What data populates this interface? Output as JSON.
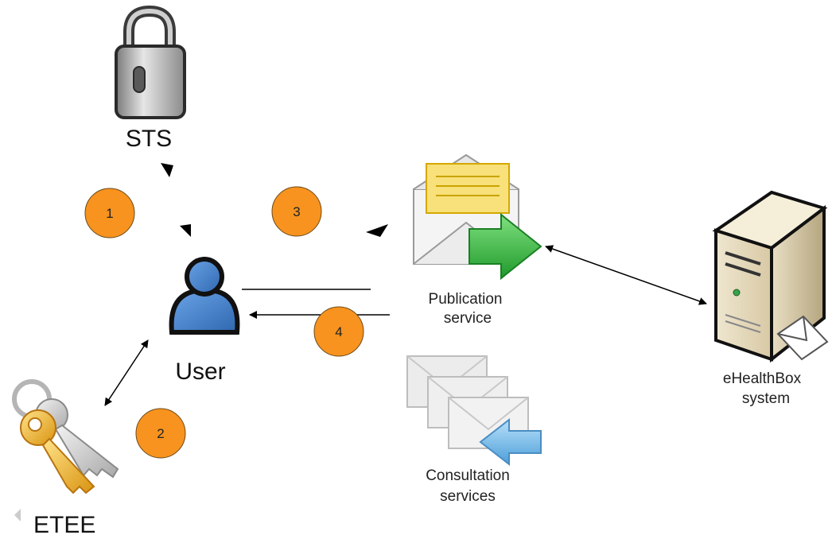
{
  "nodes": {
    "sts": {
      "label": "STS",
      "icon": "padlock-icon"
    },
    "user": {
      "label": "User",
      "icon": "user-icon"
    },
    "etee": {
      "label": "ETEE",
      "icon": "keys-icon"
    },
    "publication": {
      "label_line1": "Publication",
      "label_line2": "service",
      "icon": "envelope-send-icon"
    },
    "consultation": {
      "label_line1": "Consultation",
      "label_line2": "services",
      "icon": "envelopes-receive-icon"
    },
    "ehealthbox": {
      "label_line1": "eHealthBox",
      "label_line2": "system",
      "icon": "server-icon"
    }
  },
  "steps": [
    "1",
    "2",
    "3",
    "4"
  ],
  "colors": {
    "step_circle": "#f7931e",
    "user": "#3a78c4",
    "arrow_green": "#3cb53c",
    "arrow_blue": "#6fb6e8",
    "key_gold": "#f3b52a"
  }
}
